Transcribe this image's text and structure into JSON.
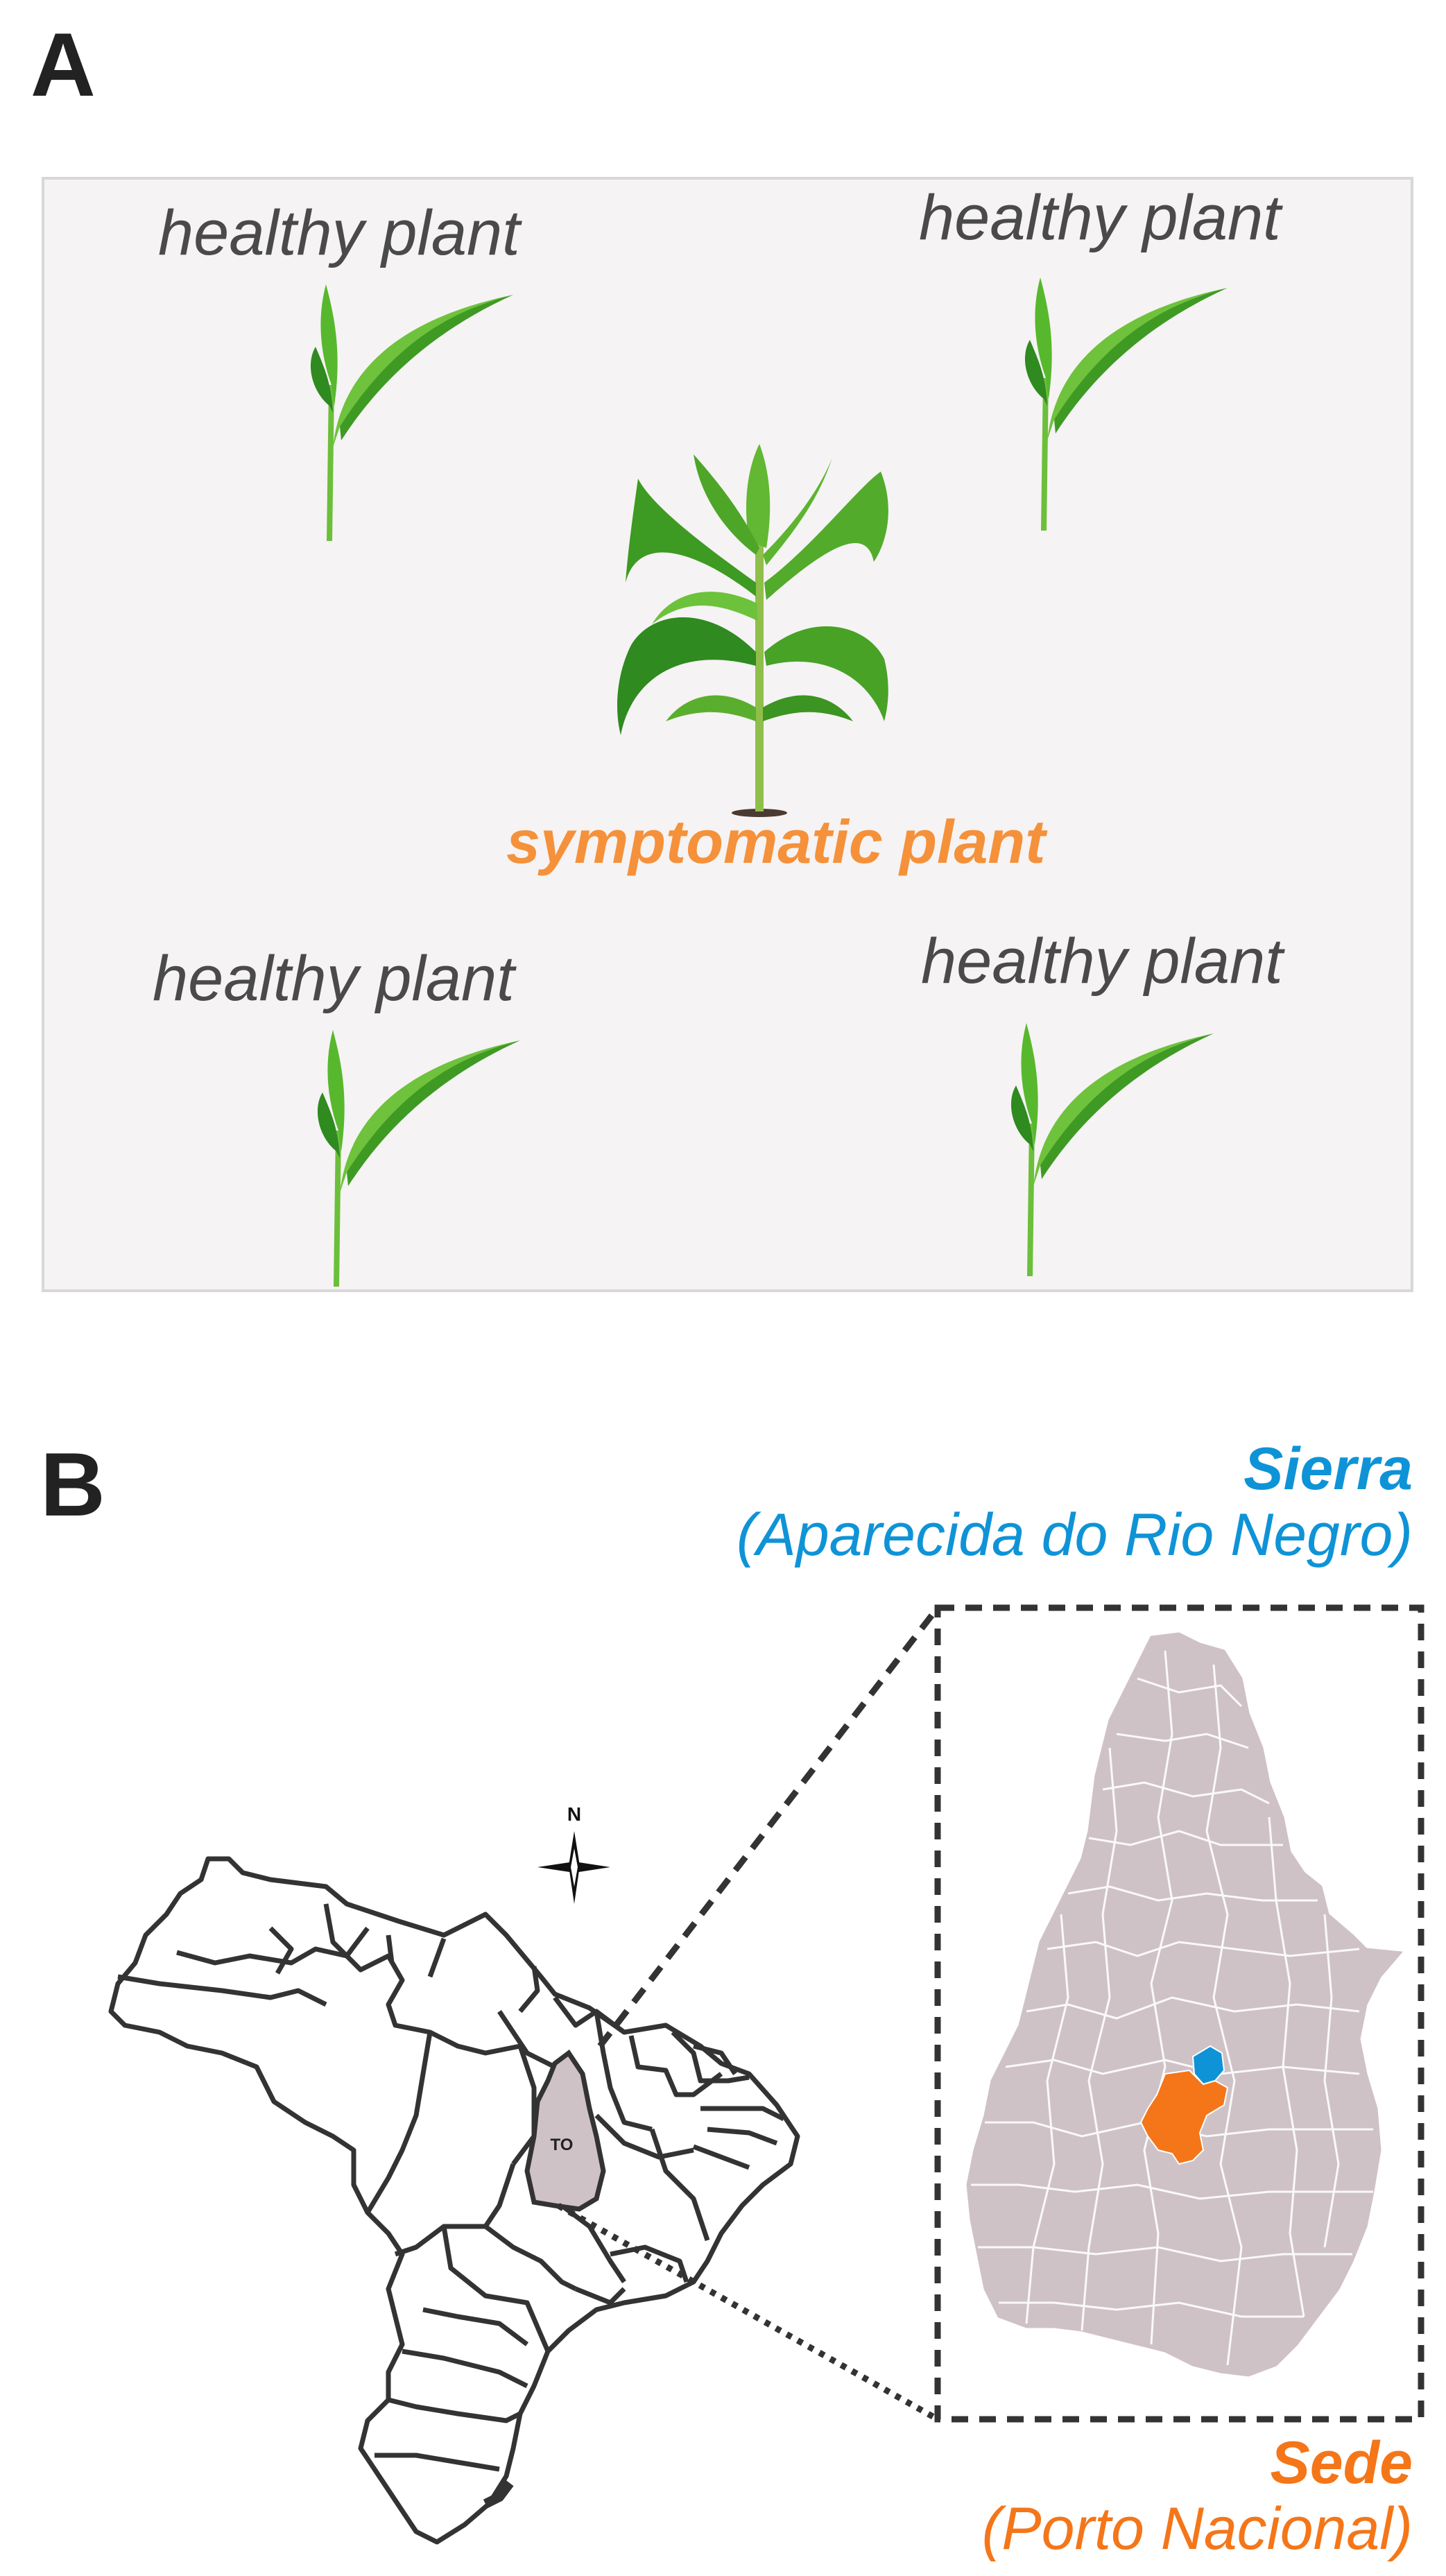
{
  "panel_a": {
    "letter": "A",
    "healthy_label": "healthy plant",
    "symptomatic_label": "symptomatic plant"
  },
  "panel_b": {
    "letter": "B",
    "compass_label": "N",
    "state_label": "TO",
    "sierra": {
      "title": "Sierra",
      "subtitle": "(Aparecida do Rio Negro)"
    },
    "sede": {
      "title": "Sede",
      "subtitle": "(Porto Nacional)"
    }
  },
  "colors": {
    "symptomatic": "#f5913a",
    "sierra": "#0f93d7",
    "sede": "#f47619",
    "state_fill": "#cfc2c6",
    "panel_bg": "#f5f3f3",
    "leaf_green": "#5fb830",
    "leaf_dark": "#2f8a20",
    "outline": "#333333"
  }
}
